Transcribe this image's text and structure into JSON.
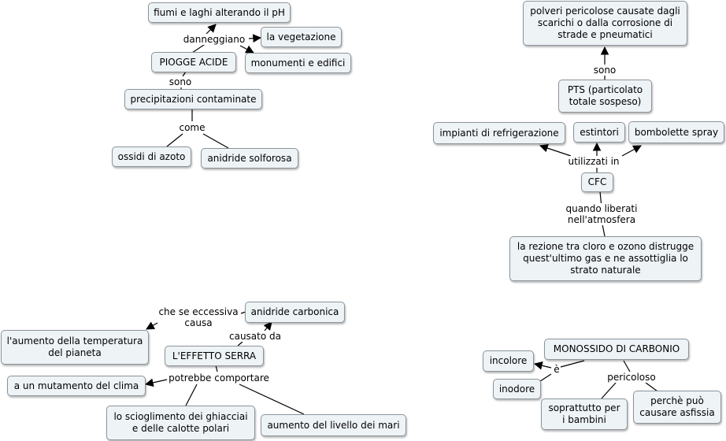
{
  "acid_rain": {
    "main": "PIOGGE ACIDE",
    "damage_label": "danneggiano",
    "rivers": "fiumi e laghi alterando il pH",
    "vegetation": "la vegetazione",
    "monuments": "monumenti e edifici",
    "are_label": "sono",
    "precipitation": "precipitazioni contaminate",
    "like_label": "come",
    "nitrogen": "ossidi di azoto",
    "sulfur": "anidride solforosa"
  },
  "pts": {
    "powders": "polveri pericolose causate dagli\nscarichi o dalla corrosione di\nstrade e pneumatici",
    "are_label": "sono",
    "main": "PTS (particolato\ntotale sospeso)"
  },
  "cfc": {
    "refrigeration": "impianti di refrigerazione",
    "extinguishers": "estintori",
    "spray": "bombolette spray",
    "used_label": "utilizzati in",
    "main": "CFC",
    "released_label": "quando liberati nell'atmosfera",
    "reaction": "la rezione tra cloro e ozono distrugge\nquest'ultimo gas e ne assottiglia lo\nstrato naturale"
  },
  "greenhouse": {
    "excessive_label": "che se eccessiva\ncausa",
    "co2": "anidride carbonica",
    "temperature": "l'aumento della temperatura\ndel pianeta",
    "caused_label": "causato da",
    "main": "L'EFFETTO SERRA",
    "could_label": "potrebbe comportare",
    "climate": "a un mutamento del clima",
    "ice": "lo scioglimento dei ghiacciai\ne delle calotte polari",
    "sea": "aumento del livello dei mari"
  },
  "co": {
    "main": "MONOSSIDO DI CARBONIO",
    "is_label": "è",
    "dangerous_label": "pericoloso",
    "colorless": "incolore",
    "odorless": "inodore",
    "children": "soprattutto per\ni bambini",
    "asphyxia": "perchè può\ncausare asfissia"
  }
}
